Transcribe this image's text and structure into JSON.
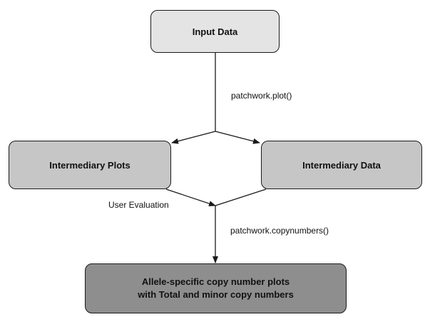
{
  "nodes": {
    "input": "Input Data",
    "plots": "Intermediary Plots",
    "data": "Intermediary Data",
    "output_line1": "Allele-specific copy number plots",
    "output_line2": "with Total and minor copy numbers"
  },
  "edges": {
    "plot_call": "patchwork.plot()",
    "user_eval": "User Evaluation",
    "copy_call": "patchwork.copynumbers()"
  },
  "colors": {
    "input_fill": "#e4e4e4",
    "intermediate_fill": "#c6c6c6",
    "output_fill": "#8e8e8e",
    "line": "#1a1a1a"
  }
}
